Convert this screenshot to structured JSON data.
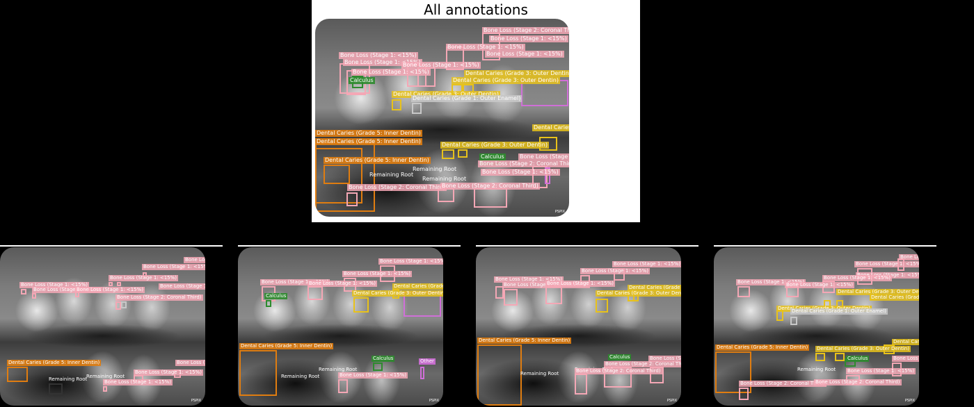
{
  "title": "All annotations",
  "watermark": "PSPIX",
  "colors": {
    "bone_loss": "#f4a7b5",
    "dental_caries_outer": "#e8c21a",
    "dental_caries_inner": "#e07d10",
    "calculus": "#2e8b2e",
    "remaining_root": "#333333",
    "other": "#d06fd8",
    "dental_caries_enamel": "#c8c8c8"
  },
  "labels": {
    "bl_lt15": "Bone Loss (Stage 1: <15%)",
    "bl_coronal": "Bone Loss (Stage 2: Coronal Third)",
    "dc_outer": "Dental Caries (Grade 3: Outer Dentin)",
    "dc_inner": "Dental Caries (Grade 5: Inner Dentin)",
    "dc_enamel": "Dental Caries (Grade 1: Outer Enamel)",
    "calculus": "Calculus",
    "remaining_root": "Remaining Root",
    "other": "Other"
  }
}
